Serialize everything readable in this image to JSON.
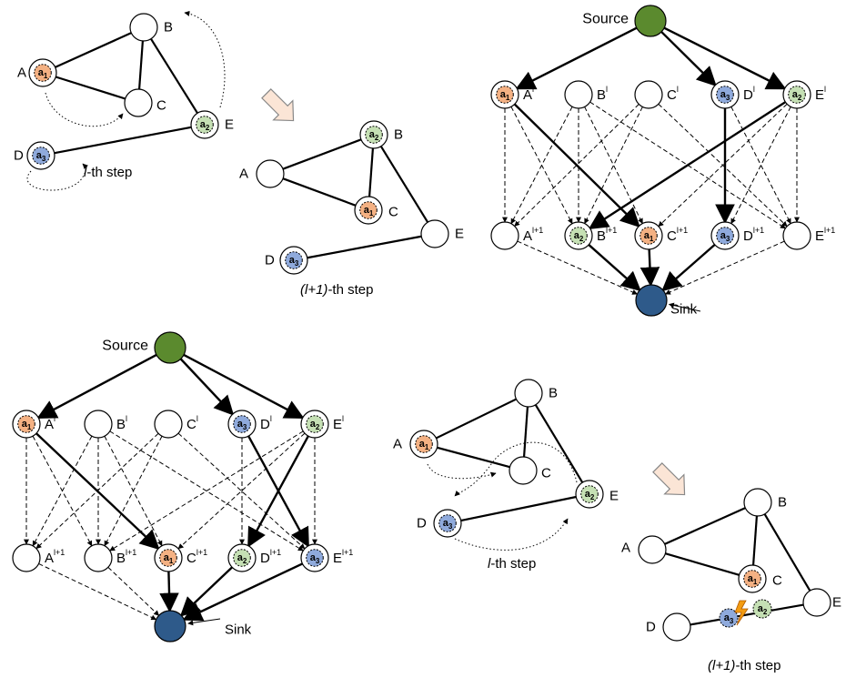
{
  "colors": {
    "agent_a1": "#f4b183",
    "agent_a2": "#c5e0b4",
    "agent_a3": "#8faadc",
    "source": "#5b8a2e",
    "sink": "#2e5a8a",
    "arrow_fill": "#fbe5d6",
    "collision": "#f39c12"
  },
  "agents": {
    "a1": "a",
    "a2": "a",
    "a3": "a",
    "sub1": "1",
    "sub2": "2",
    "sub3": "3"
  },
  "nodes": {
    "A": "A",
    "B": "B",
    "C": "C",
    "D": "D",
    "E": "E",
    "sup_l": "l",
    "sup_l1": "l+1"
  },
  "labels": {
    "source": "Source",
    "sink": "Sink",
    "step_l_italic": "l",
    "step_l_rest": "-th step",
    "step_l1_italic": "(l+1)",
    "step_l1_rest": "-th step"
  }
}
